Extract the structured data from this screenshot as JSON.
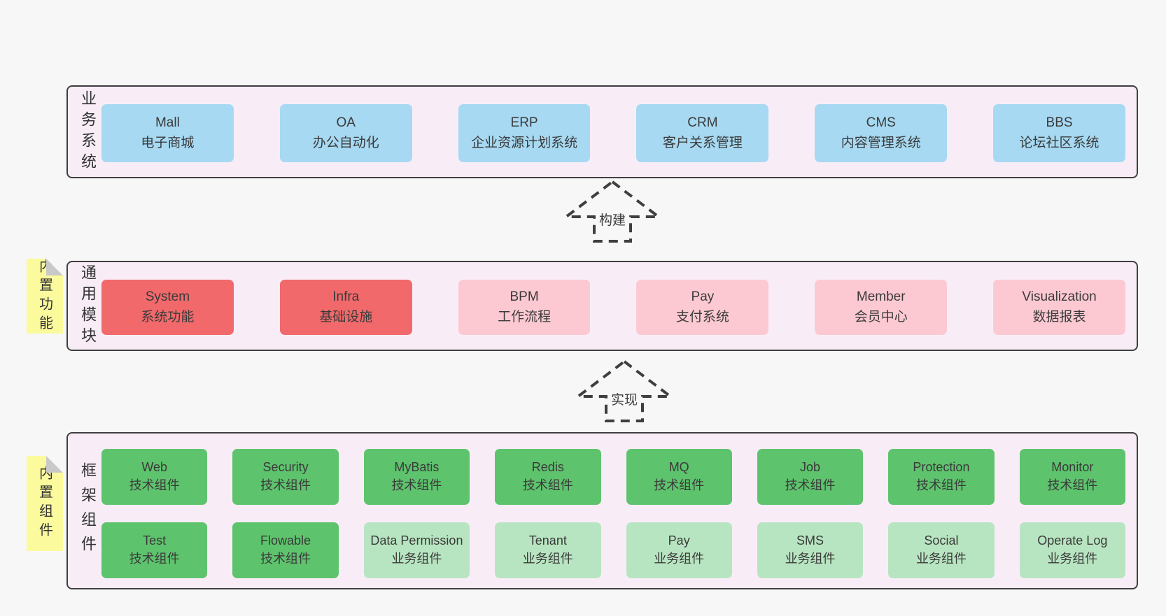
{
  "colors": {
    "background": "#f7f7f7",
    "section_background": "#f8edf7",
    "section_border": "#3f3f3f",
    "business_box": "#a7d9f2",
    "core_module_box": "#f1696b",
    "optional_module_box": "#fcc9d2",
    "tech_component_box": "#5ec36d",
    "biz_component_box": "#b8e5c1",
    "sticky_note": "#fbfb9e",
    "sticky_note_fold": "#c9c9c9"
  },
  "arrows": [
    {
      "label": "构建"
    },
    {
      "label": "实现"
    }
  ],
  "sections": [
    {
      "label": "业务系统",
      "rows": [
        [
          {
            "title": "Mall",
            "subtitle": "电子商城"
          },
          {
            "title": "OA",
            "subtitle": "办公自动化"
          },
          {
            "title": "ERP",
            "subtitle": "企业资源计划系统"
          },
          {
            "title": "CRM",
            "subtitle": "客户关系管理"
          },
          {
            "title": "CMS",
            "subtitle": "内容管理系统"
          },
          {
            "title": "BBS",
            "subtitle": "论坛社区系统"
          }
        ]
      ]
    },
    {
      "label": "通用模块",
      "note": "内置功能",
      "rows": [
        [
          {
            "title": "System",
            "subtitle": "系统功能"
          },
          {
            "title": "Infra",
            "subtitle": "基础设施"
          },
          {
            "title": "BPM",
            "subtitle": "工作流程"
          },
          {
            "title": "Pay",
            "subtitle": "支付系统"
          },
          {
            "title": "Member",
            "subtitle": "会员中心"
          },
          {
            "title": "Visualization",
            "subtitle": "数据报表"
          }
        ]
      ]
    },
    {
      "label": "框架组件",
      "note": "内置组件",
      "rows": [
        [
          {
            "title": "Web",
            "subtitle": "技术组件"
          },
          {
            "title": "Security",
            "subtitle": "技术组件"
          },
          {
            "title": "MyBatis",
            "subtitle": "技术组件"
          },
          {
            "title": "Redis",
            "subtitle": "技术组件"
          },
          {
            "title": "MQ",
            "subtitle": "技术组件"
          },
          {
            "title": "Job",
            "subtitle": "技术组件"
          },
          {
            "title": "Protection",
            "subtitle": "技术组件"
          },
          {
            "title": "Monitor",
            "subtitle": "技术组件"
          }
        ],
        [
          {
            "title": "Test",
            "subtitle": "技术组件"
          },
          {
            "title": "Flowable",
            "subtitle": "技术组件"
          },
          {
            "title": "Data Permission",
            "subtitle": "业务组件"
          },
          {
            "title": "Tenant",
            "subtitle": "业务组件"
          },
          {
            "title": "Pay",
            "subtitle": "业务组件"
          },
          {
            "title": "SMS",
            "subtitle": "业务组件"
          },
          {
            "title": "Social",
            "subtitle": "业务组件"
          },
          {
            "title": "Operate Log",
            "subtitle": "业务组件"
          }
        ]
      ]
    }
  ]
}
